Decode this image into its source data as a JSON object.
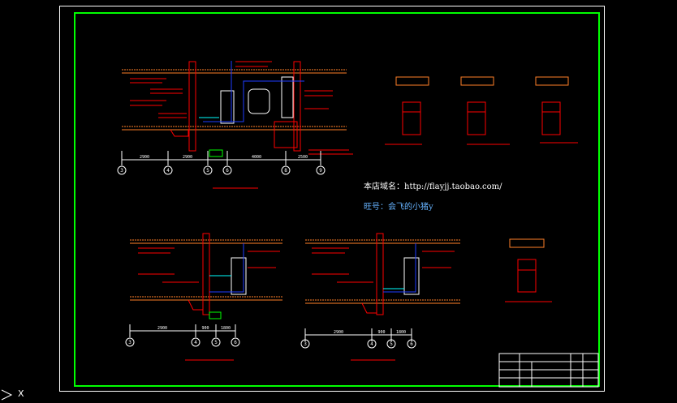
{
  "drawing": {
    "store_url_note": "本店域名：http://flayjj.taobao.com/",
    "wangwang_note": "旺号：会飞的小猪y",
    "axis_labels_top": [
      "3",
      "4",
      "5",
      "6",
      "8",
      "9"
    ],
    "axis_labels_bottom_left": [
      "3",
      "4",
      "5",
      "6"
    ],
    "axis_labels_bottom_mid": [
      "3",
      "4",
      "5",
      "6"
    ],
    "dims_top": [
      "2900",
      "2900",
      "4000",
      "2500"
    ],
    "dims_bottom_left": [
      "2900",
      "900",
      "1800"
    ],
    "dims_bottom_mid": [
      "2900",
      "900",
      "1800"
    ],
    "ucs_axis": "X"
  },
  "colors": {
    "background": "#000000",
    "frame_inner": "#00ff00",
    "frame_outer": "#ffffff",
    "line_red": "#ff0000",
    "line_blue": "#1e3cff",
    "line_cyan": "#00ffff",
    "line_green": "#00ff00",
    "hatch_orange": "#ff7f27"
  }
}
